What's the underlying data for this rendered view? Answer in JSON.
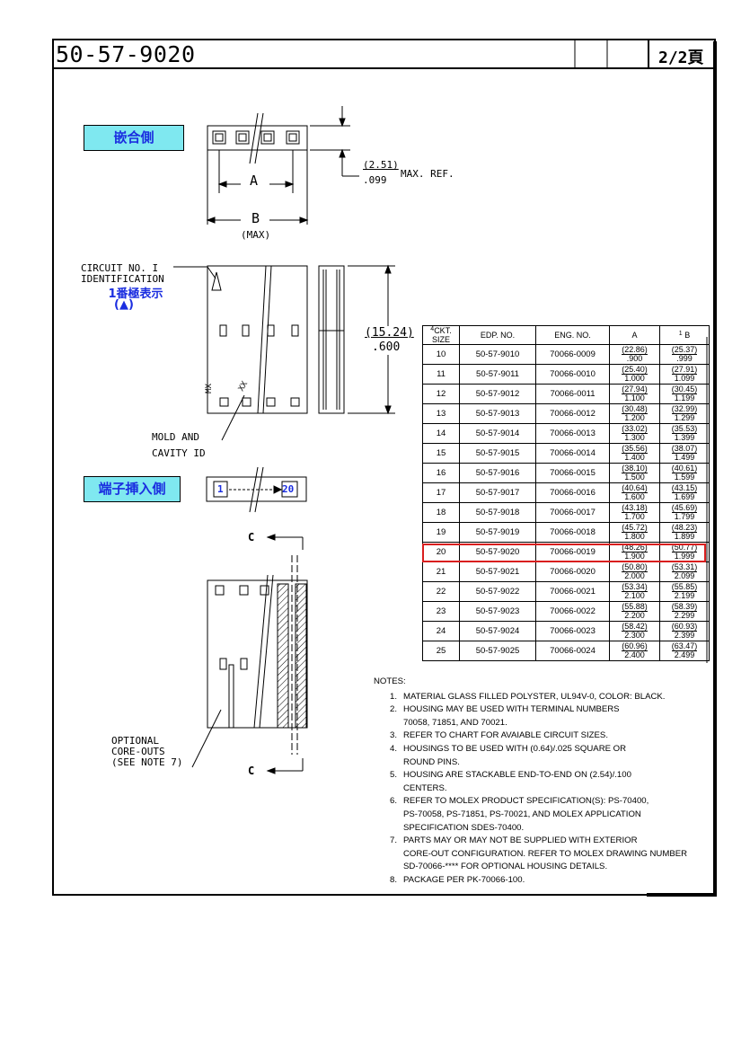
{
  "title_block": {
    "part_number": "50-57-9020",
    "page": "2/2頁"
  },
  "labels": {
    "mating_side": "嵌合側",
    "terminal_insertion_side": "端子挿入側",
    "no1_mark_line1": "1番極表示",
    "no1_mark_line2": "(▲)"
  },
  "dims": {
    "a": "A",
    "b": "B",
    "b_note": "(MAX)",
    "maxref_mm": "(2.51)",
    "maxref_in": ".099",
    "maxref_label": "MAX. REF.",
    "height_mm": "(15.24)",
    "height_in": ".600"
  },
  "callouts": {
    "circuit_id_line1": "CIRCUIT NO. I",
    "circuit_id_line2": "IDENTIFICATION",
    "mold_line1": "MOLD AND",
    "mold_line2": "CAVITY ID",
    "optional_line1": "OPTIONAL",
    "optional_line2": "CORE-OUTS",
    "optional_line3": "(SEE NOTE 7)",
    "mx": "MX",
    "xx": "XX",
    "section_top": "C",
    "section_bottom": "C",
    "strip_first": "1",
    "strip_last": "20"
  },
  "table": {
    "headers": {
      "rev": "4",
      "ckt": "CKT. SIZE",
      "edp": "EDP. NO.",
      "eng": "ENG. NO.",
      "a": "A",
      "b_rev": "1",
      "b": "B"
    },
    "rows": [
      {
        "ckt": "10",
        "edp": "50-57-9010",
        "eng": "70066-0009",
        "a_mm": "(22.86)",
        "a_in": ".900",
        "b_mm": "(25.37)",
        "b_in": ".999"
      },
      {
        "ckt": "11",
        "edp": "50-57-9011",
        "eng": "70066-0010",
        "a_mm": "(25.40)",
        "a_in": "1.000",
        "b_mm": "(27.91)",
        "b_in": "1.099"
      },
      {
        "ckt": "12",
        "edp": "50-57-9012",
        "eng": "70066-0011",
        "a_mm": "(27.94)",
        "a_in": "1.100",
        "b_mm": "(30.45)",
        "b_in": "1.199"
      },
      {
        "ckt": "13",
        "edp": "50-57-9013",
        "eng": "70066-0012",
        "a_mm": "(30.48)",
        "a_in": "1.200",
        "b_mm": "(32.99)",
        "b_in": "1.299"
      },
      {
        "ckt": "14",
        "edp": "50-57-9014",
        "eng": "70066-0013",
        "a_mm": "(33.02)",
        "a_in": "1.300",
        "b_mm": "(35.53)",
        "b_in": "1.399"
      },
      {
        "ckt": "15",
        "edp": "50-57-9015",
        "eng": "70066-0014",
        "a_mm": "(35.56)",
        "a_in": "1.400",
        "b_mm": "(38.07)",
        "b_in": "1.499"
      },
      {
        "ckt": "16",
        "edp": "50-57-9016",
        "eng": "70066-0015",
        "a_mm": "(38.10)",
        "a_in": "1.500",
        "b_mm": "(40.61)",
        "b_in": "1.599"
      },
      {
        "ckt": "17",
        "edp": "50-57-9017",
        "eng": "70066-0016",
        "a_mm": "(40.64)",
        "a_in": "1.600",
        "b_mm": "(43.15)",
        "b_in": "1.699"
      },
      {
        "ckt": "18",
        "edp": "50-57-9018",
        "eng": "70066-0017",
        "a_mm": "(43.18)",
        "a_in": "1.700",
        "b_mm": "(45.69)",
        "b_in": "1.799"
      },
      {
        "ckt": "19",
        "edp": "50-57-9019",
        "eng": "70066-0018",
        "a_mm": "(45.72)",
        "a_in": "1.800",
        "b_mm": "(48.23)",
        "b_in": "1.899"
      },
      {
        "ckt": "20",
        "edp": "50-57-9020",
        "eng": "70066-0019",
        "a_mm": "(48.26)",
        "a_in": "1.900",
        "b_mm": "(50.77)",
        "b_in": "1.999"
      },
      {
        "ckt": "21",
        "edp": "50-57-9021",
        "eng": "70066-0020",
        "a_mm": "(50.80)",
        "a_in": "2.000",
        "b_mm": "(53.31)",
        "b_in": "2.099"
      },
      {
        "ckt": "22",
        "edp": "50-57-9022",
        "eng": "70066-0021",
        "a_mm": "(53.34)",
        "a_in": "2.100",
        "b_mm": "(55.85)",
        "b_in": "2.199"
      },
      {
        "ckt": "23",
        "edp": "50-57-9023",
        "eng": "70066-0022",
        "a_mm": "(55.88)",
        "a_in": "2.200",
        "b_mm": "(58.39)",
        "b_in": "2.299"
      },
      {
        "ckt": "24",
        "edp": "50-57-9024",
        "eng": "70066-0023",
        "a_mm": "(58.42)",
        "a_in": "2.300",
        "b_mm": "(60.93)",
        "b_in": "2.399"
      },
      {
        "ckt": "25",
        "edp": "50-57-9025",
        "eng": "70066-0024",
        "a_mm": "(60.96)",
        "a_in": "2.400",
        "b_mm": "(63.47)",
        "b_in": "2.499"
      }
    ],
    "highlight_color": "#d91e1e"
  },
  "notes": {
    "header": "NOTES:",
    "items": [
      {
        "num": "1.",
        "text": "MATERIAL GLASS FILLED POLYSTER, UL94V-0, COLOR:  BLACK."
      },
      {
        "num": "2.",
        "text": "HOUSING MAY BE USED WITH TERMINAL NUMBERS\n70058, 71851, AND 70021."
      },
      {
        "num": "3.",
        "text": "REFER TO CHART FOR AVAIABLE CIRCUIT SIZES."
      },
      {
        "num": "4.",
        "text": "HOUSINGS TO BE USED WITH (0.64)/.025 SQUARE OR\nROUND PINS."
      },
      {
        "num": "5.",
        "text": "HOUSING ARE STACKABLE END-TO-END ON (2.54)/.100\nCENTERS."
      },
      {
        "num": "6.",
        "text": "REFER TO MOLEX PRODUCT SPECIFICATION(S):  PS-70400,\nPS-70058, PS-71851, PS-70021, AND MOLEX APPLICATION\nSPECIFICATION SDES-70400."
      },
      {
        "num": "7.",
        "text": "PARTS MAY OR MAY NOT BE SUPPLIED WITH EXTERIOR\nCORE-OUT CONFIGURATION.  REFER TO MOLEX DRAWING NUMBER\nSD-70066-**** FOR OPTIONAL HOUSING DETAILS."
      },
      {
        "num": "8.",
        "text": "PACKAGE PER PK-70066-100."
      }
    ]
  },
  "colors": {
    "label_fill": "#7fe8f0",
    "label_text": "#1b2ee0",
    "highlight": "#d91e1e"
  }
}
